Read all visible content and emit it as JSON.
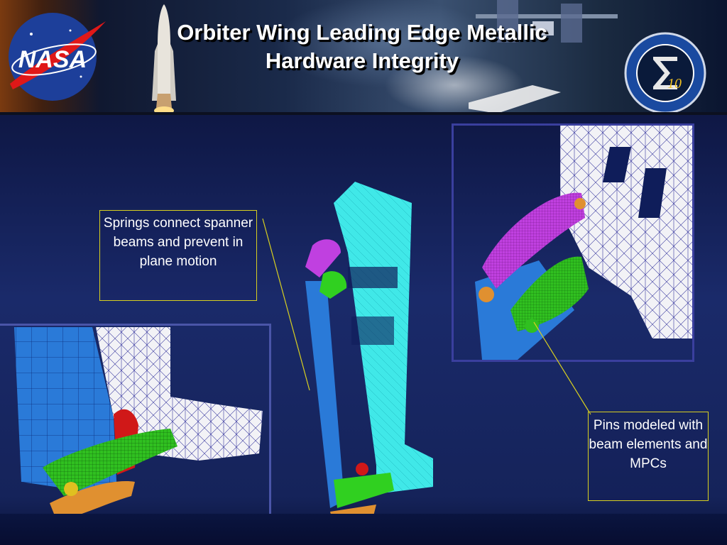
{
  "slide": {
    "title": "Orbiter Wing Leading Edge Metallic\nHardware Integrity",
    "logo_left_text": "NASA",
    "logo_right_text": "10"
  },
  "callouts": {
    "springs": "Springs connect spanner beams and prevent in plane motion",
    "pins": "Pins modeled with beam elements and MPCs"
  },
  "colors": {
    "callout_border": "#d8d020",
    "panel_border": "#3a3f9e",
    "mesh_cyan": "#40e8e8",
    "mesh_blue": "#2a7ad8",
    "mesh_green": "#30d020",
    "mesh_magenta": "#c040e0",
    "mesh_orange": "#e09030",
    "mesh_red": "#d01818"
  }
}
